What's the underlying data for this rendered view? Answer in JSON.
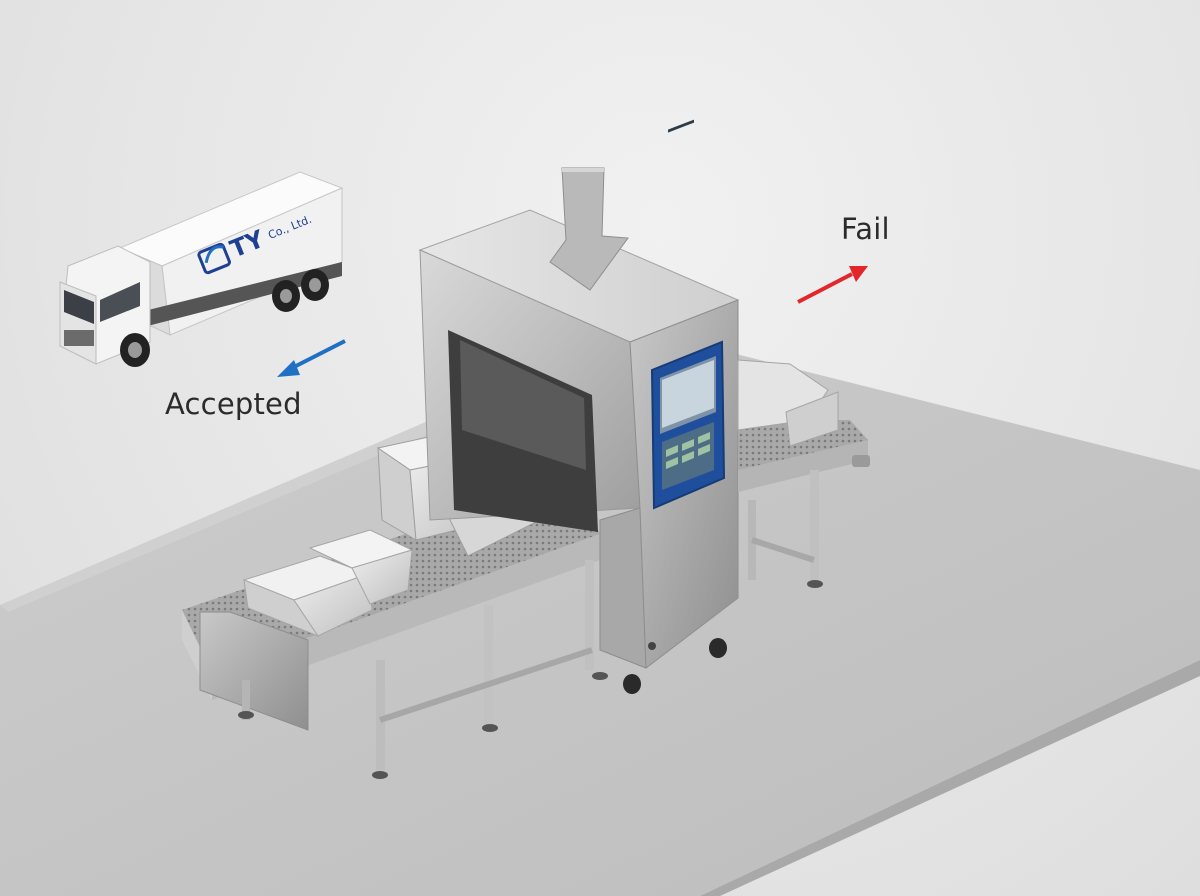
{
  "labels": {
    "accepted": "Accepted",
    "fail": "Fail"
  },
  "truck_brand": {
    "name": "TY",
    "suffix": "Co., Ltd."
  },
  "colors": {
    "accepted_arrow": "#1f6fc4",
    "fail_arrow": "#e3262a",
    "brand": "#1e3f93",
    "display_panel": "#1f4f9c"
  },
  "icons": {
    "input_arrow": "arrow-down-icon",
    "accepted_arrow": "arrow-down-left-icon",
    "fail_arrow": "arrow-up-right-icon"
  }
}
